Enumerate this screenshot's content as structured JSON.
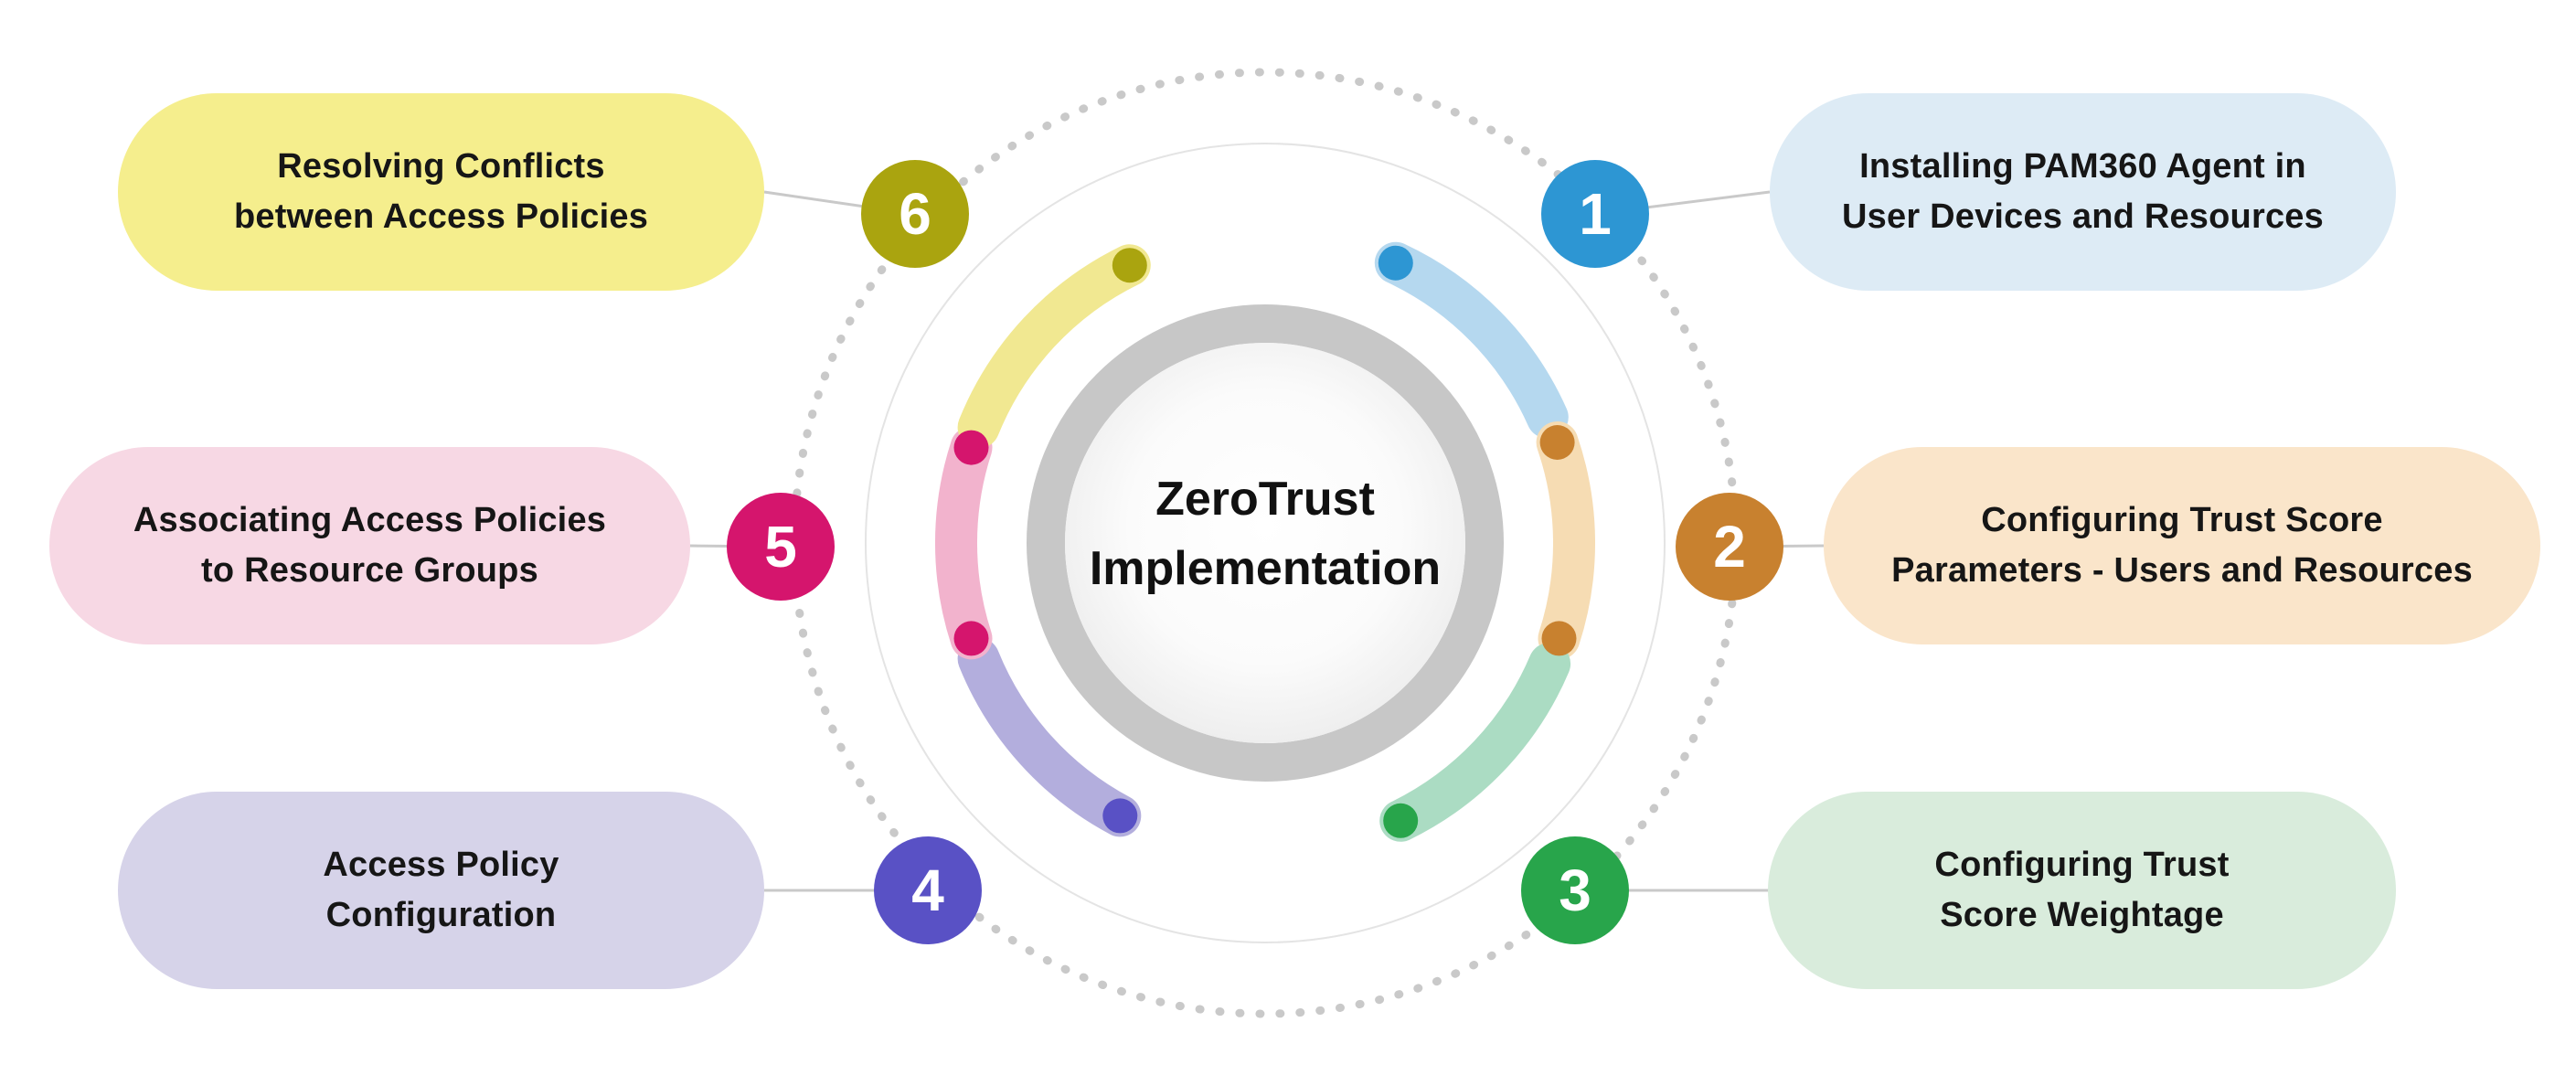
{
  "center": {
    "line1": "ZeroTrust",
    "line2": "Implementation"
  },
  "steps": [
    {
      "number": "1",
      "lines": [
        "Installing PAM360 Agent in",
        "User Devices and Resources"
      ],
      "badge_color": "#2d96d3",
      "pill_color": "#ddebf5",
      "arc_color": "#b5d8ef"
    },
    {
      "number": "2",
      "lines": [
        "Configuring Trust Score",
        "Parameters - Users and Resources"
      ],
      "badge_color": "#c8812f",
      "pill_color": "#fae5ca",
      "arc_color": "#f6dcb3"
    },
    {
      "number": "3",
      "lines": [
        "Configuring Trust",
        "Score Weightage"
      ],
      "badge_color": "#28a54b",
      "pill_color": "#d9ecdc",
      "arc_color": "#abdcc3"
    },
    {
      "number": "4",
      "lines": [
        "Access Policy",
        "Configuration"
      ],
      "badge_color": "#5951c5",
      "pill_color": "#d6d3e9",
      "arc_color": "#b3aedd"
    },
    {
      "number": "5",
      "lines": [
        "Associating Access Policies",
        "to Resource Groups"
      ],
      "badge_color": "#d5156d",
      "pill_color": "#f7d8e4",
      "arc_color": "#f2b3cd"
    },
    {
      "number": "6",
      "lines": [
        "Resolving Conflicts",
        "between Access Policies"
      ],
      "badge_color": "#aaa40f",
      "pill_color": "#f5ee8d",
      "arc_color": "#f1e891"
    }
  ]
}
